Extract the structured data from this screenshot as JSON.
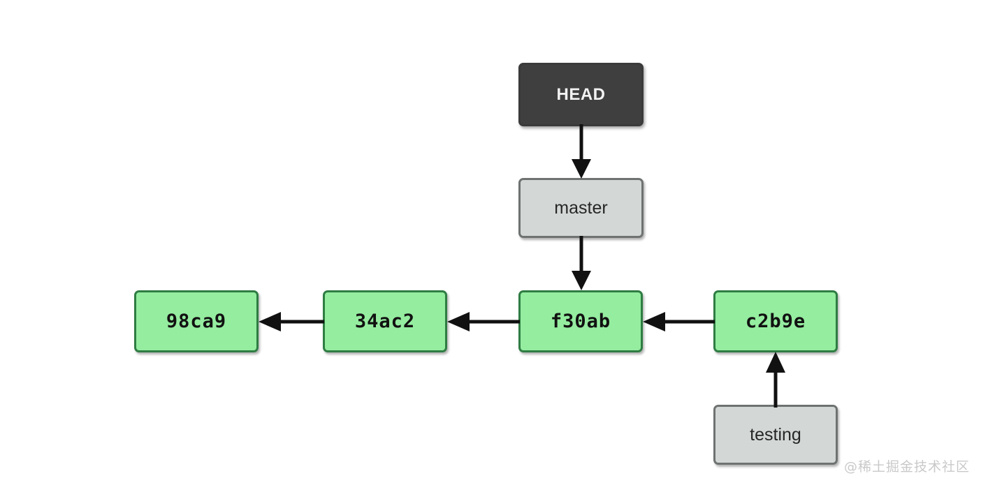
{
  "diagram": {
    "type": "git-branch-diagram",
    "background_color": "#ffffff",
    "nodes": {
      "head": {
        "label": "HEAD",
        "fill": "#3f3f3f",
        "text_color": "#f2f2f2"
      },
      "master": {
        "label": "master",
        "fill": "#d3d8d6",
        "text_color": "#262626"
      },
      "testing": {
        "label": "testing",
        "fill": "#d3d8d6",
        "text_color": "#262626"
      },
      "commits": [
        {
          "label": "98ca9",
          "fill": "#95eda0",
          "border": "#2f7d43"
        },
        {
          "label": "34ac2",
          "fill": "#95eda0",
          "border": "#2f7d43"
        },
        {
          "label": "f30ab",
          "fill": "#95eda0",
          "border": "#2f7d43"
        },
        {
          "label": "c2b9e",
          "fill": "#95eda0",
          "border": "#2f7d43"
        }
      ]
    },
    "edges": [
      {
        "from": "HEAD",
        "to": "master",
        "direction": "down"
      },
      {
        "from": "master",
        "to": "f30ab",
        "direction": "down"
      },
      {
        "from": "34ac2",
        "to": "98ca9",
        "direction": "left"
      },
      {
        "from": "f30ab",
        "to": "34ac2",
        "direction": "left"
      },
      {
        "from": "c2b9e",
        "to": "f30ab",
        "direction": "left"
      },
      {
        "from": "testing",
        "to": "c2b9e",
        "direction": "up"
      }
    ]
  },
  "watermark": {
    "text": "@稀土掘金技术社区"
  }
}
